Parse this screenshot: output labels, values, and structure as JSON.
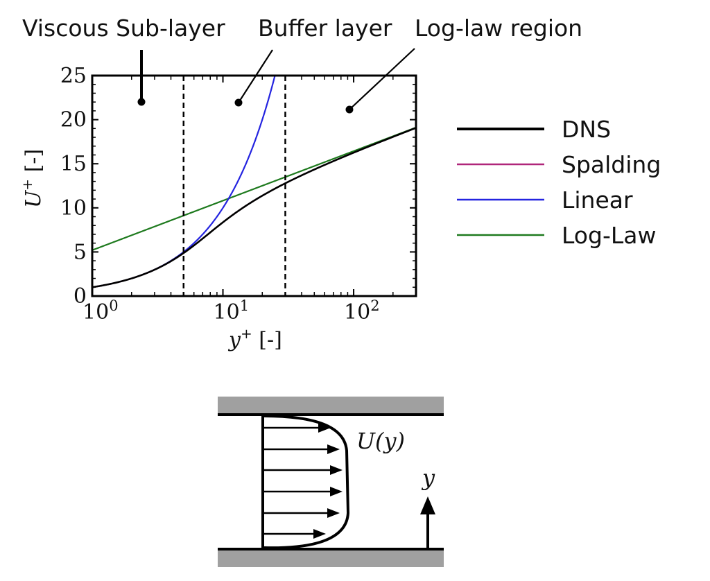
{
  "chart_data": {
    "type": "line",
    "xscale": "log",
    "xlim": [
      1,
      300
    ],
    "ylim": [
      0,
      25
    ],
    "yticks": [
      "0",
      "5",
      "10",
      "15",
      "20",
      "25"
    ],
    "xticks": [
      {
        "base": "10",
        "exp": "0"
      },
      {
        "base": "10",
        "exp": "1"
      },
      {
        "base": "10",
        "exp": "2"
      }
    ],
    "xlabel": {
      "var": "y",
      "sup": "+",
      "unit": " [-]"
    },
    "ylabel": {
      "var": "U",
      "sup": "+",
      "unit": " [-]"
    },
    "region_bounds": [
      5,
      30
    ],
    "region_labels": [
      "Viscous Sub-layer",
      "Buffer layer",
      "Log-law region"
    ],
    "series": [
      {
        "name": "DNS",
        "color": "#000000",
        "model": "spalding"
      },
      {
        "name": "Spalding",
        "color": "#b0267a",
        "model": "spalding"
      },
      {
        "name": "Linear",
        "color": "#2424e0",
        "model": "linear"
      },
      {
        "name": "Log-Law",
        "color": "#1e7a1e",
        "model": "loglaw"
      }
    ],
    "loglaw": {
      "kappa": 0.41,
      "B": 5.2
    }
  },
  "diagram": {
    "profile_label": "U(y)",
    "axis_label": "y"
  }
}
